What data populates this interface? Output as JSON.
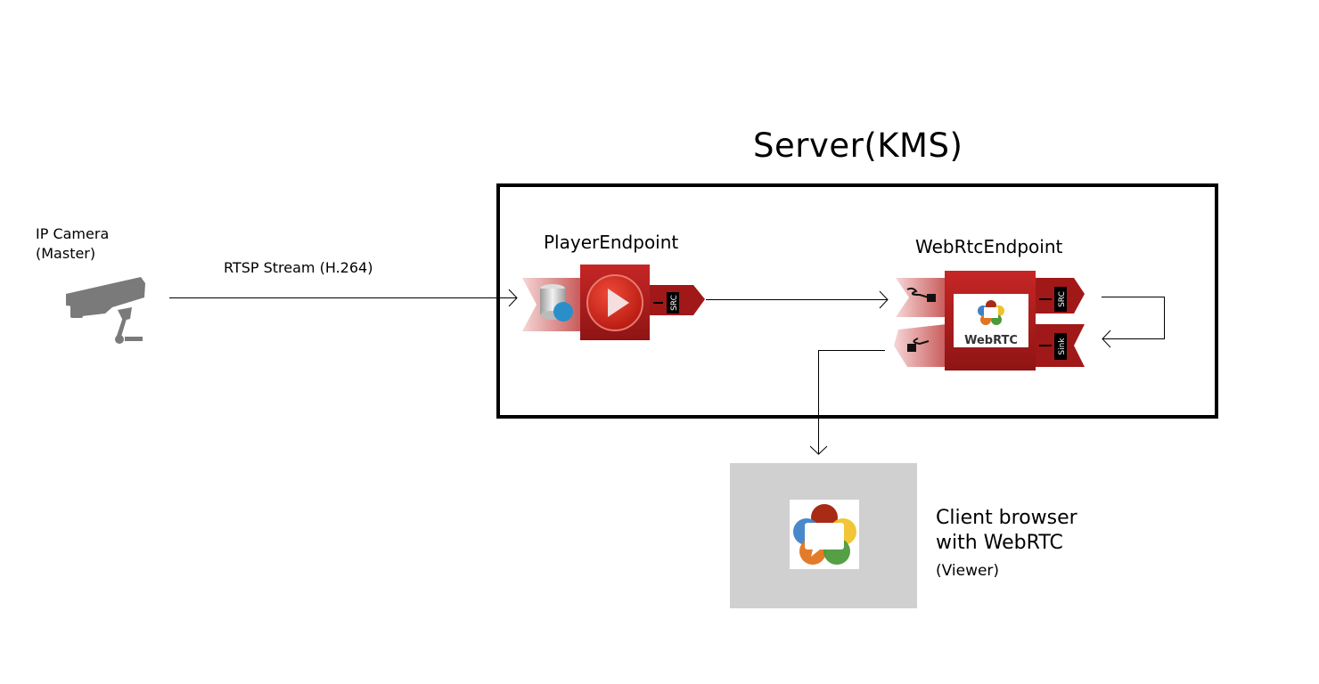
{
  "server": {
    "title": "Server(KMS)"
  },
  "camera": {
    "line1": "IP Camera",
    "line2": "(Master)",
    "icon": "cctv-camera-icon"
  },
  "links": {
    "rtsp_label": "RTSP Stream (H.264)"
  },
  "player_endpoint": {
    "title": "PlayerEndpoint",
    "pad": "SRC",
    "icon": "play-icon"
  },
  "webrtc_endpoint": {
    "title": "WebRtcEndpoint",
    "pad_src": "SRC",
    "pad_sink": "Sink",
    "logo_text": "WebRTC"
  },
  "client": {
    "line1": "Client browser",
    "line2": "with WebRTC",
    "line3": "(Viewer)",
    "icon": "webrtc-logo-icon"
  },
  "colors": {
    "endpoint_red": "#b11e1e",
    "endpoint_dark": "#8a1212",
    "client_bg": "#d0d0d0",
    "camera_gray": "#7a7a7a"
  }
}
